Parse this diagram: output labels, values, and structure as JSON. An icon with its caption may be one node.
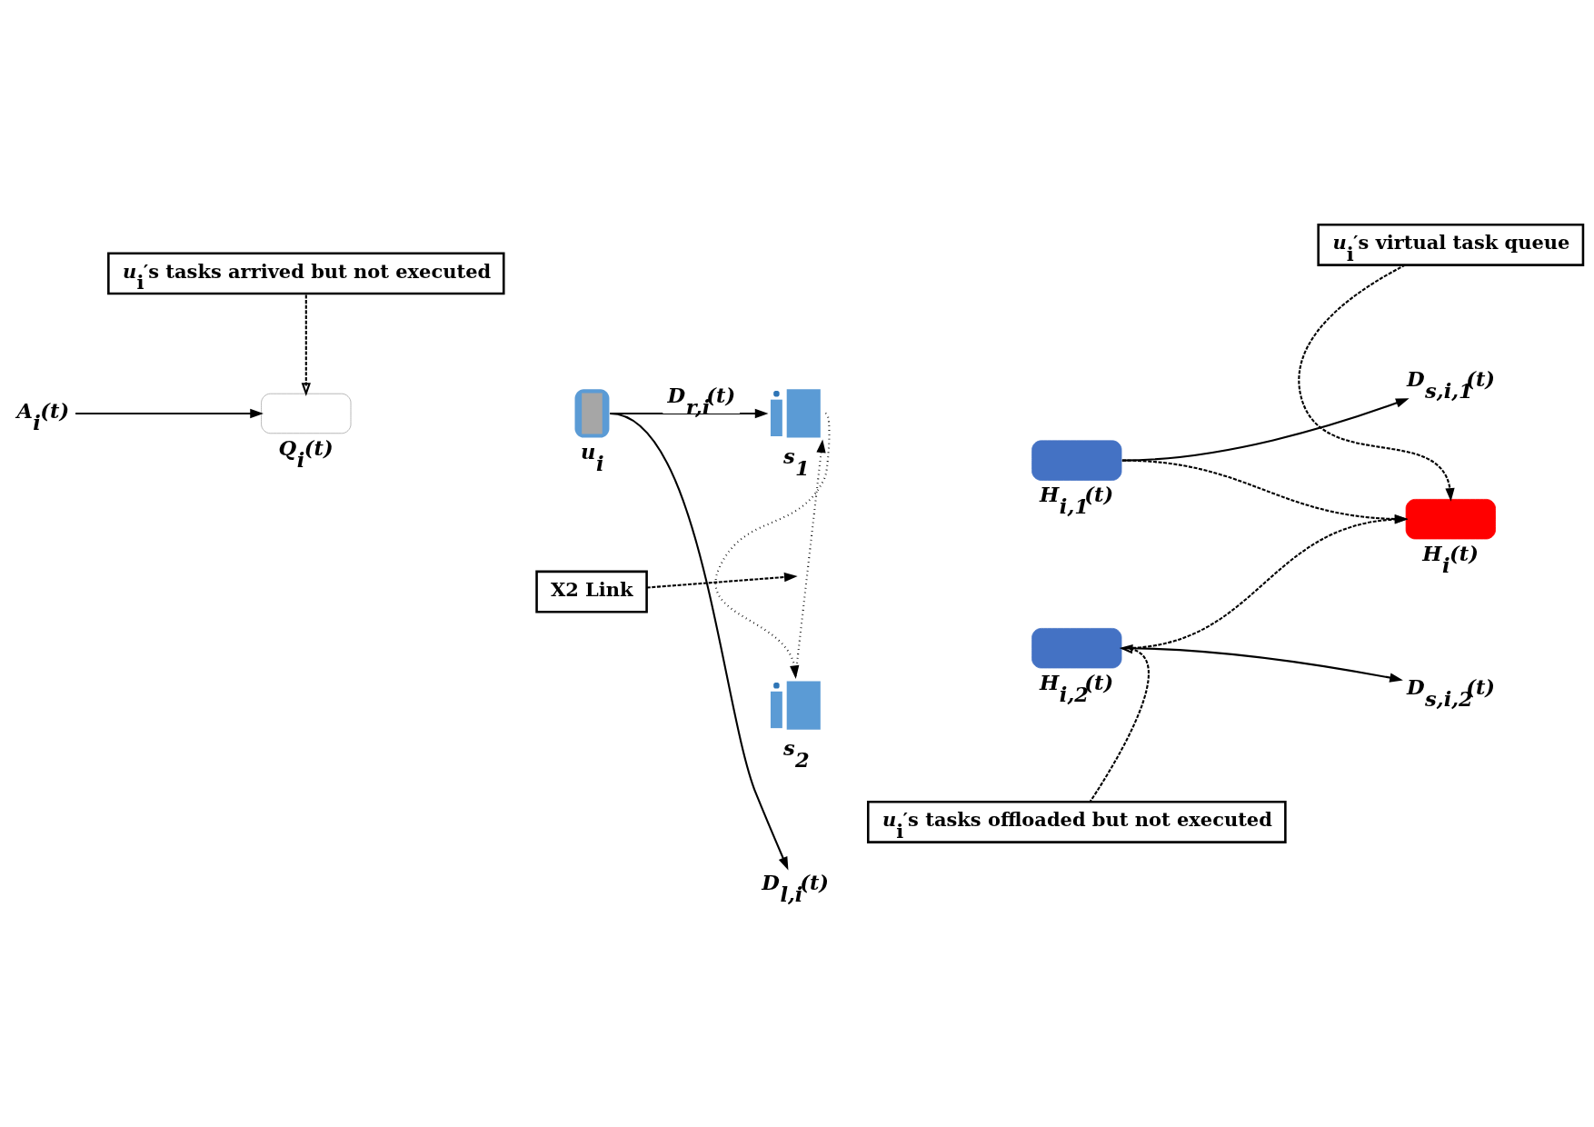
{
  "diagram": {
    "nodes": [
      {
        "text": [
          "*u*$_{i}$′s tasks arrived but not executed"
        ]
      },
      {
        "text": [
          "*u*$_{i}$′s virtual task queue"
        ]
      },
      {
        "text": [
          "s$_{1}$"
        ]
      },
      {
        "text": [
          "H$_{i,1}$(t)"
        ]
      },
      {
        "text": [
          "D$_{s,i,1}$(t)"
        ]
      },
      {
        "text": [
          "H$_{i}$(t)"
        ]
      },
      {
        "text": [
          "A$_{i}$(t)"
        ]
      },
      {
        "text": [
          "Q$_{i}$(t)"
        ]
      },
      {
        "text": [
          "u$_{i}$"
        ]
      },
      {
        "text": [
          "s$_{2}$"
        ]
      },
      {
        "text": [
          "H$_{i,2}$(t)"
        ]
      },
      {
        "text": [
          "D$_{s,i,2}$(t)"
        ]
      },
      {
        "text": [
          "D$_{l,i}$(t)"
        ]
      },
      {
        "text": [
          "X2 Link"
        ]
      },
      {
        "text": [
          "*u*$_{i}$′s tasks offloaded but not executed"
        ]
      }
    ],
    "edges": [
      {
        "from": 0,
        "to": 7,
        "arrow": "to",
        "style": "dashed"
      },
      {
        "from": 1,
        "to": 5,
        "arrow": "to",
        "style": "dashed"
      },
      {
        "from": 6,
        "to": 7,
        "arrow": "to"
      },
      {
        "from": 8,
        "to": 2,
        "arrow": "to",
        "label": "D$_{r,i}$(t)"
      },
      {
        "from": 8,
        "to": 12,
        "arrow": "to"
      },
      {
        "from": 2,
        "to": 9,
        "arrow": "to",
        "style": "dashed"
      },
      {
        "from": 9,
        "to": 2,
        "arrow": "to",
        "style": "dashed"
      },
      {
        "from": 3,
        "to": 4,
        "arrow": "to"
      },
      {
        "from": 3,
        "to": 5,
        "arrow": "to",
        "style": "dashed"
      },
      {
        "from": 10,
        "to": 5,
        "arrow": "to",
        "style": "dashed"
      },
      {
        "from": 10,
        "to": 11,
        "arrow": "to"
      },
      {
        "from": 13,
        "to": null,
        "arrow": "to",
        "style": "dashed"
      },
      {
        "from": 14,
        "to": 10,
        "arrow": "to",
        "style": "dashed"
      }
    ]
  }
}
